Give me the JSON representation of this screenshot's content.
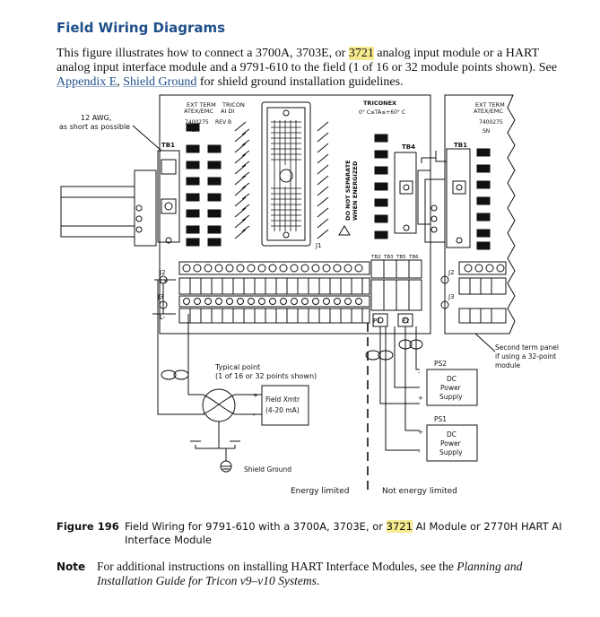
{
  "heading": "Field Wiring Diagrams",
  "intro": {
    "part1": "This figure illustrates how to connect a 3700A, 3703E, or ",
    "highlight": "3721",
    "part2": " analog input module or a HART analog input interface module and a 9791-610 to the field (1 of 16 or 32 module points shown). See ",
    "link1": "Appendix E",
    "sep": ", ",
    "link2": "Shield Ground",
    "part3": " for shield ground installation guidelines."
  },
  "diagram": {
    "left_panel": {
      "title_line1": "EXT TERM",
      "title_line2": "ATEX/EMC",
      "brand_line1": "TRICON",
      "brand_line2": "AI DI",
      "part_no": "7400275",
      "sn": "SN",
      "rev": "REV B"
    },
    "middle_panel": {
      "brand": "TRICONEX",
      "temp": "0° C≤TA≤+60° C",
      "warning_line1": "DO NOT SEPARATE",
      "warning_line2": "WHEN ENERGIZED"
    },
    "right_panel": {
      "title_line1": "EXT TERM",
      "title_line2": "ATEX/EMC",
      "part_no": "7400275",
      "sn": "SN"
    },
    "labels": {
      "tb1": "TB1",
      "tb4": "TB4",
      "tb1_right": "TB1",
      "j1": "J1",
      "j2": "J2",
      "j3": "J3",
      "l_plus": "L+",
      "l_minus": "L-",
      "j2_right": "J2",
      "j3_right": "J3",
      "tb2": "TB2",
      "tb3": "TB3",
      "tb5": "TB5",
      "tb6": "TB6",
      "p1": "P1",
      "p2": "P2",
      "awg_line1": "12 AWG,",
      "awg_line2": "as short as possible",
      "typical_line1": "Typical point",
      "typical_line2": "(1 of 16 or 32 points shown)",
      "xmtr_line1": "Field Xmtr",
      "xmtr_line2": "(4-20 mA)",
      "shield_ground": "Shield Ground",
      "ps2": "PS2",
      "ps1": "PS1",
      "dc_line1": "DC",
      "dc_line2": "Power",
      "dc_line3": "Supply",
      "second_line1": "Second term panel",
      "second_line2": "if using a 32-point",
      "second_line3": "module",
      "energy_limited": "Energy limited",
      "not_energy_limited": "Not energy limited",
      "plus": "+",
      "minus": "-"
    }
  },
  "caption": {
    "label": "Figure 196",
    "part1": "Field Wiring for 9791-610 with a 3700A, 3703E, or ",
    "highlight": "3721",
    "part2": " AI Module or 2770H HART AI Interface Module"
  },
  "note": {
    "label": "Note",
    "part1": "For additional instructions on installing HART Interface Modules, see the ",
    "italic": "Planning and Installation Guide for Tricon v9–v10 Systems",
    "part2": "."
  }
}
